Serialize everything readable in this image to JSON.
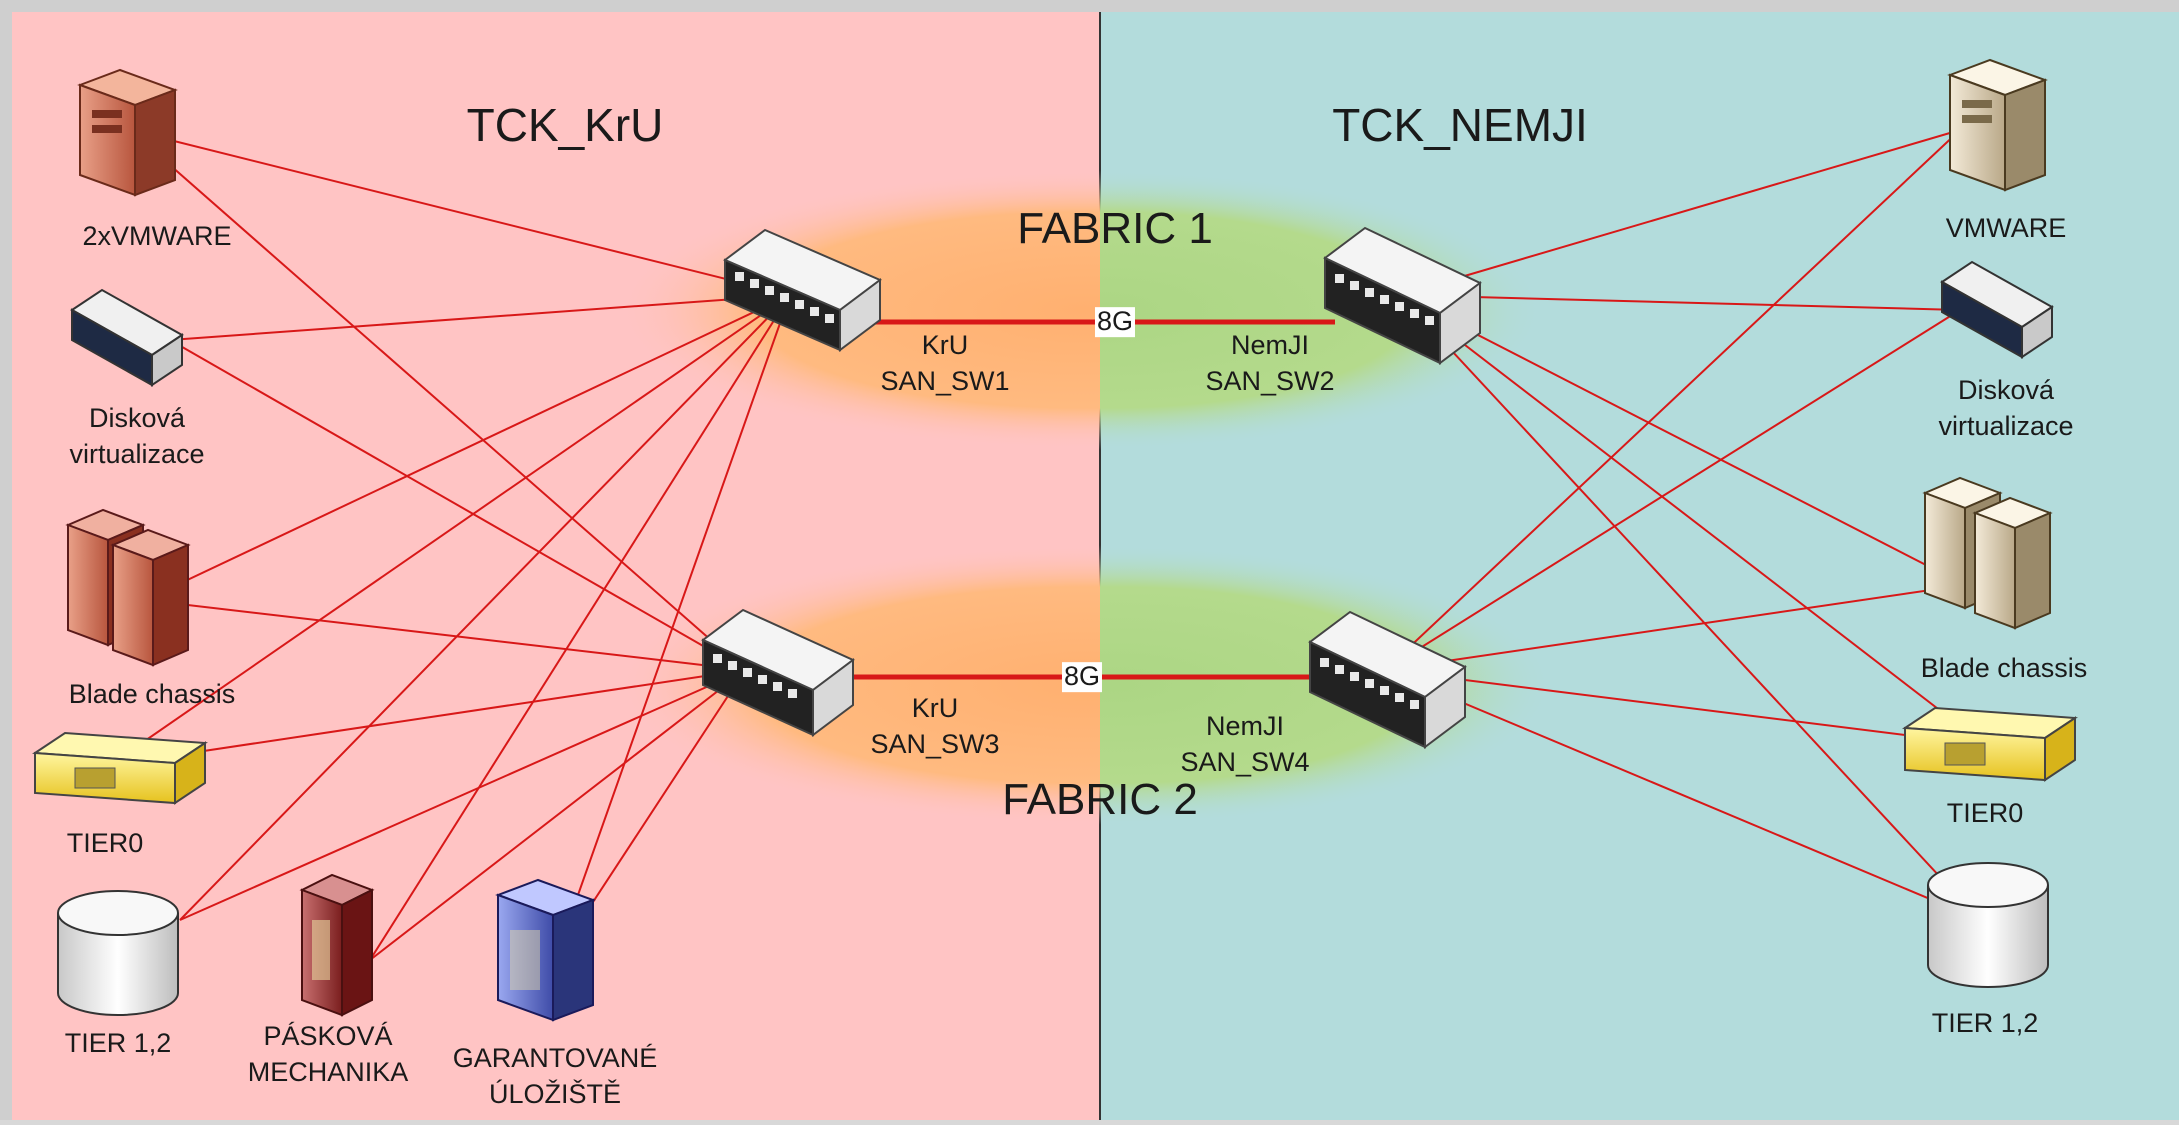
{
  "sites": {
    "left": "TCK_KrU",
    "right": "TCK_NEMJI"
  },
  "fabrics": {
    "fabric1": "FABRIC 1",
    "fabric2": "FABRIC 2"
  },
  "links": {
    "f1_speed": "8G",
    "f2_speed": "8G"
  },
  "switches": {
    "sw1": {
      "line1": "KrU",
      "line2": "SAN_SW1"
    },
    "sw2": {
      "line1": "NemJI",
      "line2": "SAN_SW2"
    },
    "sw3": {
      "line1": "KrU",
      "line2": "SAN_SW3"
    },
    "sw4": {
      "line1": "NemJI",
      "line2": "SAN_SW4"
    }
  },
  "left_devices": {
    "vmware": "2xVMWARE",
    "disk_virt": [
      "Disková",
      "virtualizace"
    ],
    "blade": "Blade chassis",
    "tier0": "TIER0",
    "tier12": "TIER 1,2",
    "tape": [
      "PÁSKOVÁ",
      "MECHANIKA"
    ],
    "guaranteed": [
      "GARANTOVANÉ",
      "ÚLOŽIŠTĚ"
    ]
  },
  "right_devices": {
    "vmware": "VMWARE",
    "disk_virt": [
      "Disková",
      "virtualizace"
    ],
    "blade": "Blade chassis",
    "tier0": "TIER0",
    "tier12": "TIER 1,2"
  },
  "colors": {
    "left_bg": "#ffc4c4",
    "right_bg": "#b3dcdc",
    "fabric_left": "#ffb878",
    "fabric_right": "#b4da8a",
    "link": "#d81818"
  }
}
